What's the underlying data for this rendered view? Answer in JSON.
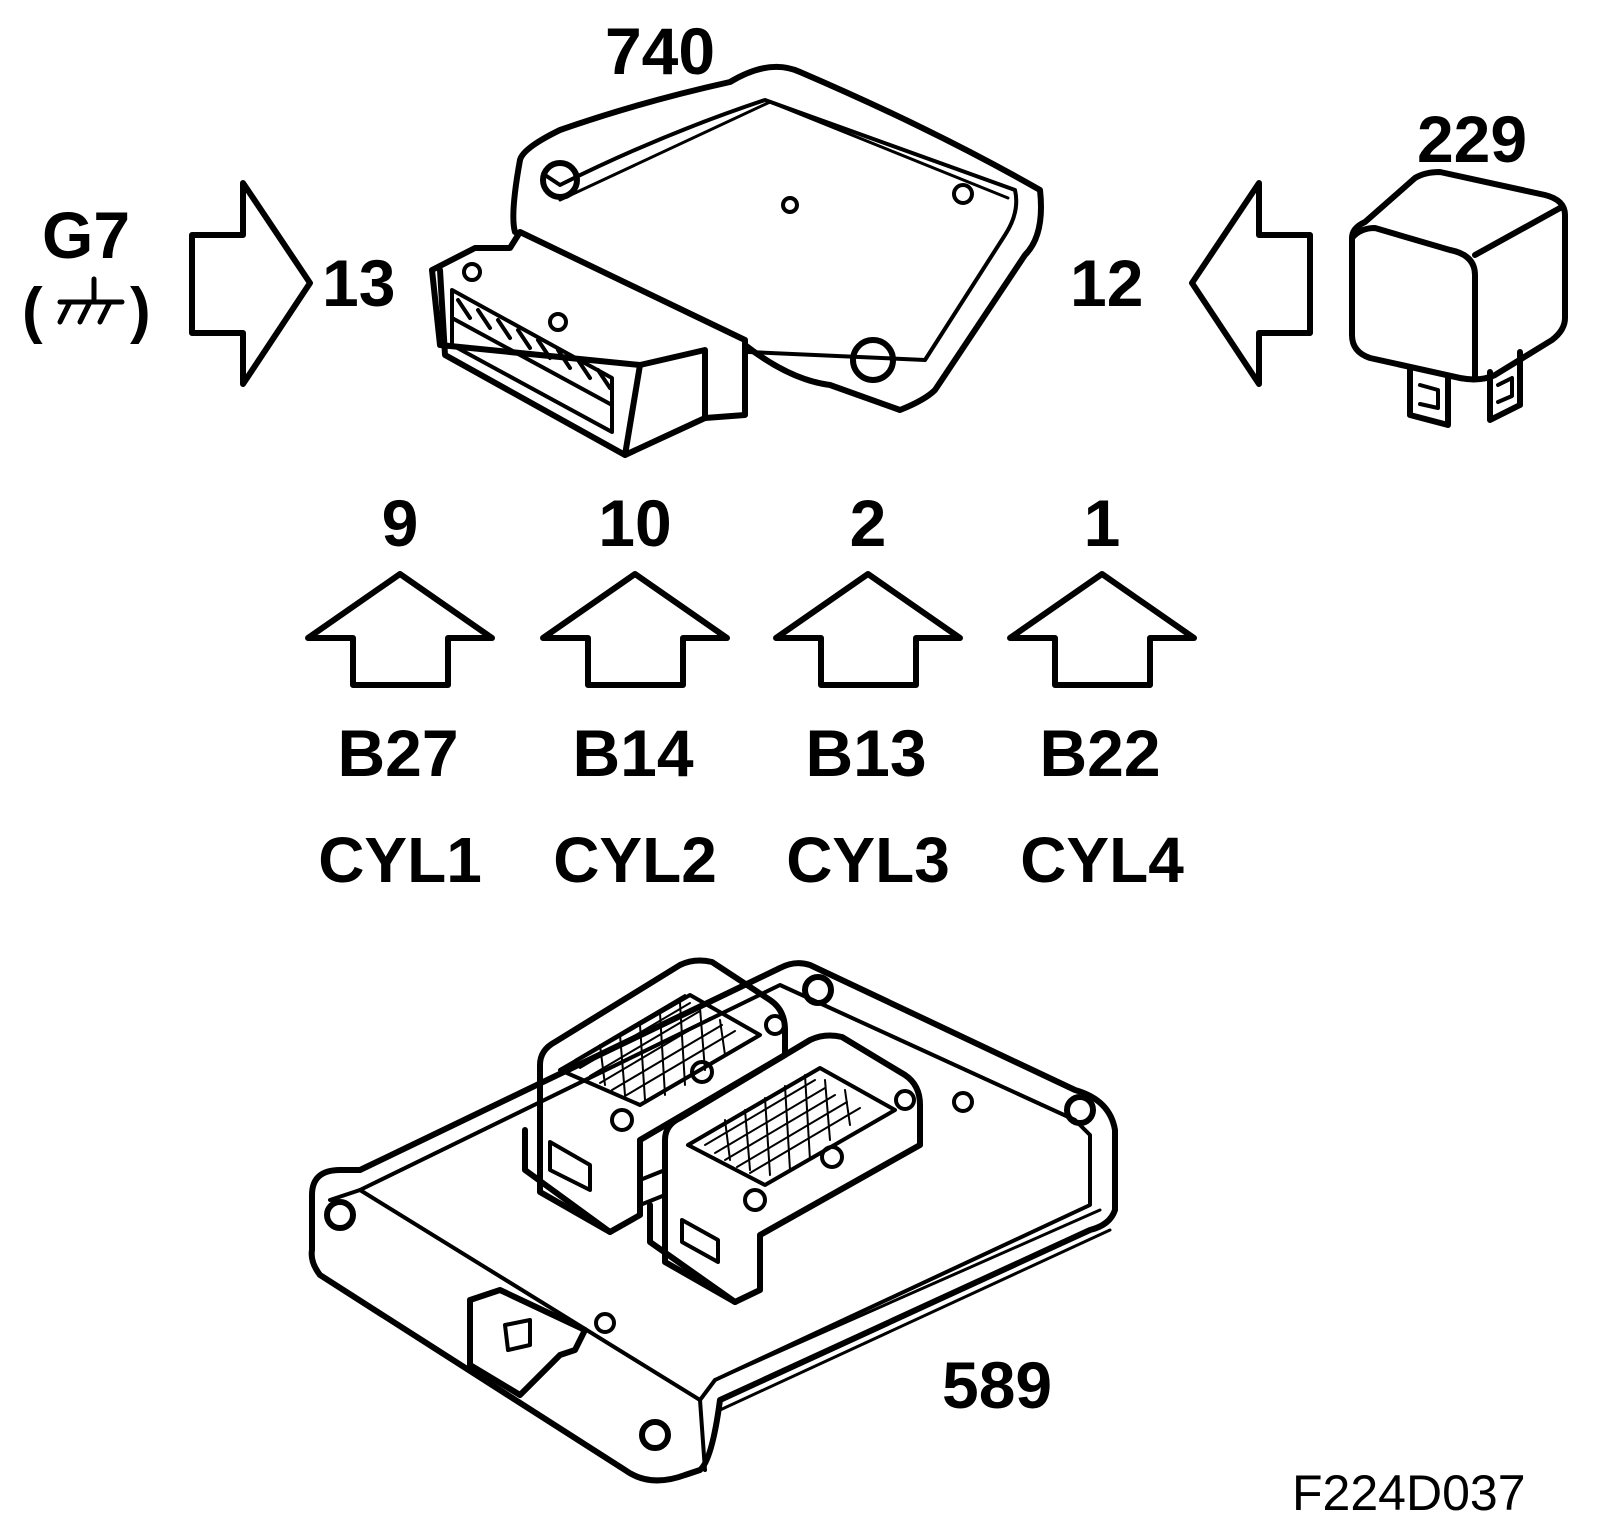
{
  "components": {
    "ignition_module": {
      "id": "740"
    },
    "relay": {
      "id": "229"
    },
    "ground": {
      "id": "G7",
      "symbol_label": "(⏚)"
    },
    "control_unit": {
      "id": "589"
    }
  },
  "pins": {
    "ground_input": "13",
    "relay_input": "12"
  },
  "cylinder_inputs": [
    {
      "pin": "9",
      "connector": "B27",
      "cylinder": "CYL1"
    },
    {
      "pin": "10",
      "connector": "B14",
      "cylinder": "CYL2"
    },
    {
      "pin": "2",
      "connector": "B13",
      "cylinder": "CYL3"
    },
    {
      "pin": "1",
      "connector": "B22",
      "cylinder": "CYL4"
    }
  ],
  "figure_ref": "F224D037",
  "colors": {
    "ink": "#000000",
    "paper": "#ffffff"
  }
}
